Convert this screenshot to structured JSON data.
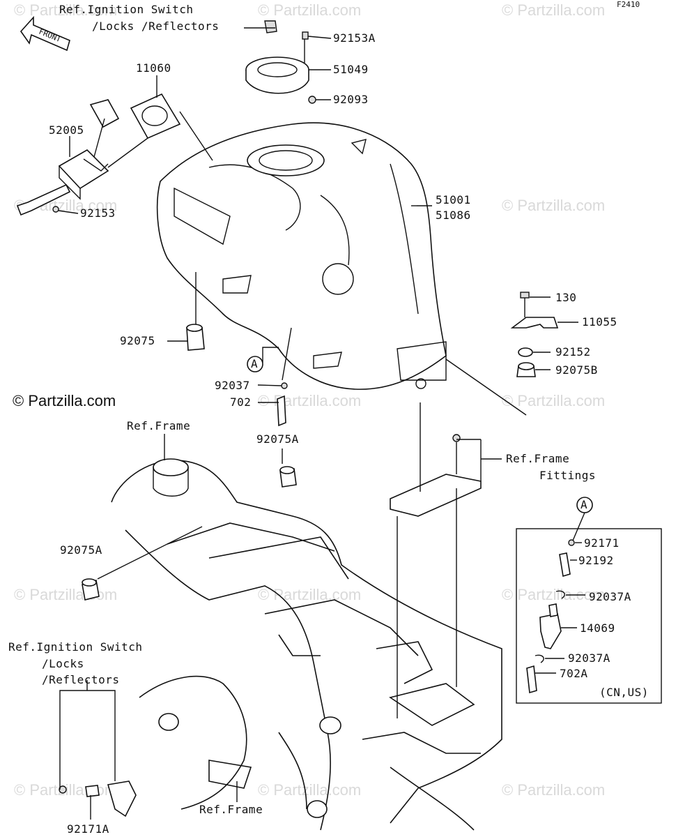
{
  "figure_code": "F2410",
  "copyright": "© Partzilla.com",
  "watermark_text": "© Partzilla.com",
  "callouts": {
    "ref_ignition_top_l1": "Ref.Ignition Switch",
    "ref_ignition_top_l2": "/Locks /Reflectors",
    "front_label": "FRONT",
    "p92153A": "92153A",
    "p51049": "51049",
    "p92093": "92093",
    "p11060": "11060",
    "p52005": "52005",
    "p92153": "92153",
    "p51001": "51001",
    "p51086": "51086",
    "p130": "130",
    "p11055": "11055",
    "p92152": "92152",
    "p92075B": "92075B",
    "p92075": "92075",
    "ref_A_tank": "A",
    "p92037": "92037",
    "p702": "702",
    "ref_frame_1": "Ref.Frame",
    "p92075A_1": "92075A",
    "ref_frame_fittings_l1": "Ref.Frame",
    "ref_frame_fittings_l2": "Fittings",
    "p92075A_2": "92075A",
    "ref_A_box": "A",
    "p92171": "92171",
    "p92192": "92192",
    "p92037A_1": "92037A",
    "p14069": "14069",
    "p92037A_2": "92037A",
    "p702A": "702A",
    "cn_us": "(CN,US)",
    "ref_ignition_bot_l1": "Ref.Ignition Switch",
    "ref_ignition_bot_l2": "/Locks",
    "ref_ignition_bot_l3": "/Reflectors",
    "ref_frame_2": "Ref.Frame",
    "p92171A": "92171A"
  }
}
